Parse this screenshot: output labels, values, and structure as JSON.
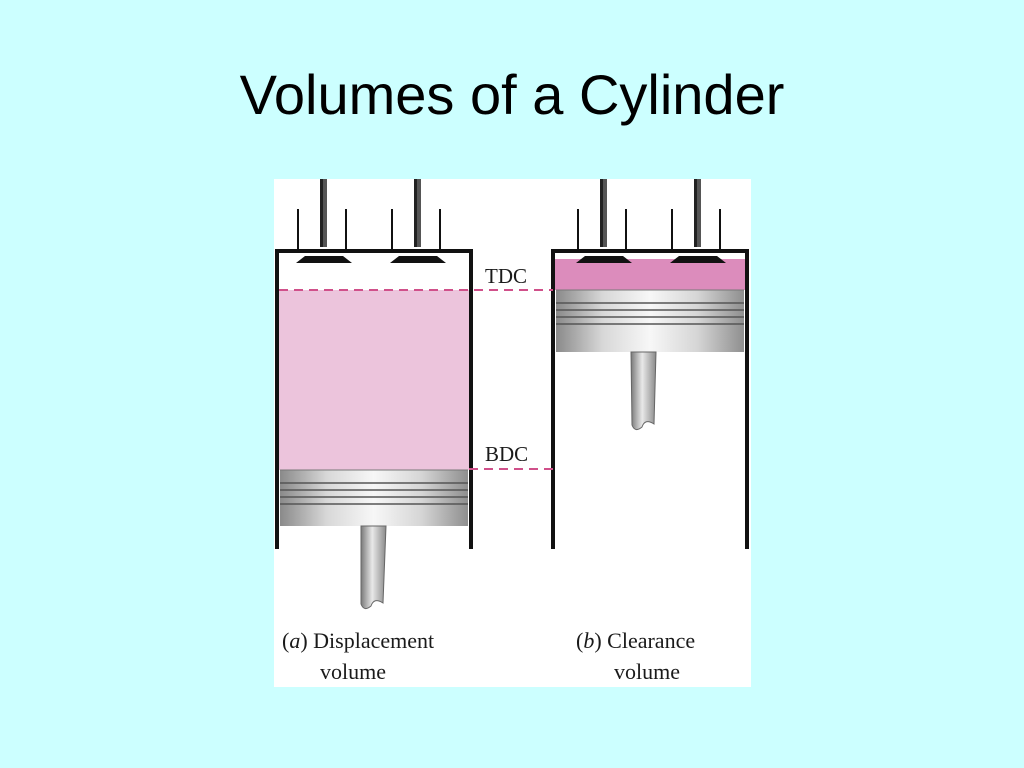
{
  "slide": {
    "title": "Volumes of a Cylinder"
  },
  "diagram": {
    "markers": {
      "tdc": "TDC",
      "bdc": "BDC"
    },
    "panel_a": {
      "letter": "a",
      "caption_line1": "Displacement",
      "caption_line2": "volume"
    },
    "panel_b": {
      "letter": "b",
      "caption_line1": "Clearance",
      "caption_line2": "volume"
    },
    "colors": {
      "background": "#ccffff",
      "displacement_fill": "#ecc4dc",
      "clearance_fill": "#dc8cbc",
      "dead_center_line": "#d0508a",
      "cylinder_wall": "#111111"
    }
  }
}
